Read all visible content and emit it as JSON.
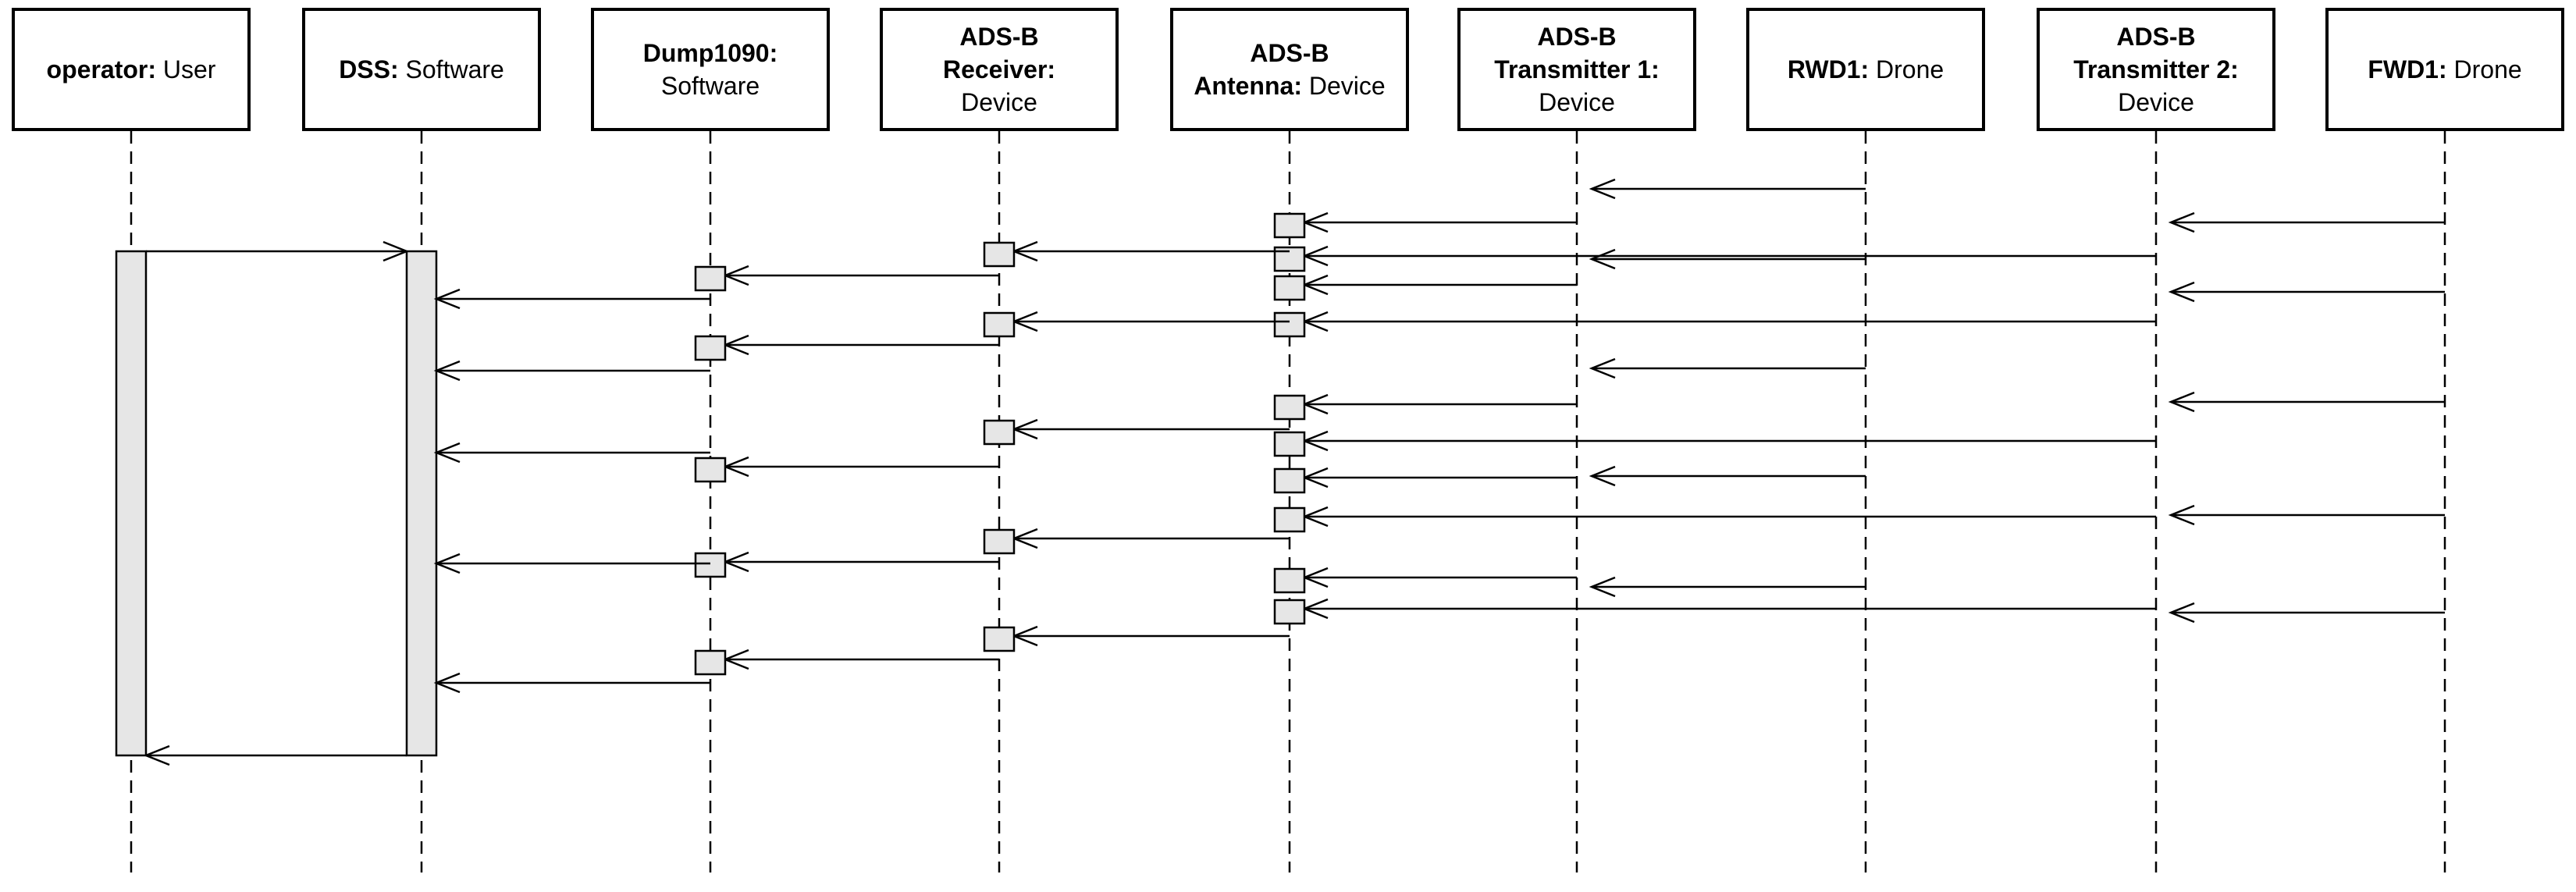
{
  "diagram": {
    "type": "sequence",
    "colors": {
      "line": "#000000",
      "activation_fill": "#e6e6e6",
      "background": "#ffffff"
    },
    "lifelines": [
      {
        "id": "operator",
        "lines": [
          {
            "bold": "operator:",
            "normal": " User"
          }
        ]
      },
      {
        "id": "dss",
        "lines": [
          {
            "bold": "DSS:",
            "normal": " Software"
          }
        ]
      },
      {
        "id": "dump1090",
        "lines": [
          {
            "bold": "Dump1090:",
            "normal": ""
          },
          {
            "bold": "",
            "normal": "Software"
          }
        ]
      },
      {
        "id": "adsb-receiver",
        "lines": [
          {
            "bold": "ADS-B",
            "normal": ""
          },
          {
            "bold": "Receiver:",
            "normal": ""
          },
          {
            "bold": "",
            "normal": "Device"
          }
        ]
      },
      {
        "id": "adsb-antenna",
        "lines": [
          {
            "bold": "ADS-B",
            "normal": ""
          },
          {
            "bold": "Antenna:",
            "normal": " Device"
          }
        ]
      },
      {
        "id": "adsb-transmitter-1",
        "lines": [
          {
            "bold": "ADS-B",
            "normal": ""
          },
          {
            "bold": "Transmitter 1:",
            "normal": ""
          },
          {
            "bold": "",
            "normal": "Device"
          }
        ]
      },
      {
        "id": "rwd1",
        "lines": [
          {
            "bold": "RWD1:",
            "normal": " Drone"
          }
        ]
      },
      {
        "id": "adsb-transmitter-2",
        "lines": [
          {
            "bold": "ADS-B",
            "normal": ""
          },
          {
            "bold": "Transmitter 2:",
            "normal": ""
          },
          {
            "bold": "",
            "normal": "Device"
          }
        ]
      },
      {
        "id": "fwd1",
        "lines": [
          {
            "bold": "FWD1:",
            "normal": " Drone"
          }
        ]
      }
    ],
    "messages": [
      {
        "from": "rwd1",
        "to": "adsb-transmitter-1"
      },
      {
        "from": "adsb-transmitter-1",
        "to": "adsb-antenna"
      },
      {
        "from": "fwd1",
        "to": "adsb-transmitter-2"
      },
      {
        "from": "adsb-transmitter-2",
        "to": "adsb-antenna"
      },
      {
        "from": "operator",
        "to": "dss"
      },
      {
        "from": "adsb-antenna",
        "to": "adsb-receiver"
      },
      {
        "from": "rwd1",
        "to": "adsb-transmitter-1"
      },
      {
        "from": "adsb-transmitter-1",
        "to": "adsb-antenna"
      },
      {
        "from": "adsb-receiver",
        "to": "dump1090"
      },
      {
        "from": "dump1090",
        "to": "dss"
      },
      {
        "from": "fwd1",
        "to": "adsb-transmitter-2"
      },
      {
        "from": "adsb-transmitter-2",
        "to": "adsb-antenna"
      },
      {
        "from": "adsb-antenna",
        "to": "adsb-receiver"
      },
      {
        "from": "adsb-receiver",
        "to": "dump1090"
      },
      {
        "from": "dump1090",
        "to": "dss"
      },
      {
        "from": "rwd1",
        "to": "adsb-transmitter-1"
      },
      {
        "from": "adsb-transmitter-1",
        "to": "adsb-antenna"
      },
      {
        "from": "fwd1",
        "to": "adsb-transmitter-2"
      },
      {
        "from": "adsb-transmitter-2",
        "to": "adsb-antenna"
      },
      {
        "from": "adsb-antenna",
        "to": "adsb-receiver"
      },
      {
        "from": "adsb-receiver",
        "to": "dump1090"
      },
      {
        "from": "dump1090",
        "to": "dss"
      },
      {
        "from": "rwd1",
        "to": "adsb-transmitter-1"
      },
      {
        "from": "adsb-transmitter-1",
        "to": "adsb-antenna"
      },
      {
        "from": "fwd1",
        "to": "adsb-transmitter-2"
      },
      {
        "from": "adsb-transmitter-2",
        "to": "adsb-antenna"
      },
      {
        "from": "adsb-antenna",
        "to": "adsb-receiver"
      },
      {
        "from": "adsb-receiver",
        "to": "dump1090"
      },
      {
        "from": "dump1090",
        "to": "dss"
      },
      {
        "from": "rwd1",
        "to": "adsb-transmitter-1"
      },
      {
        "from": "adsb-transmitter-1",
        "to": "adsb-antenna"
      },
      {
        "from": "fwd1",
        "to": "adsb-transmitter-2"
      },
      {
        "from": "adsb-transmitter-2",
        "to": "adsb-antenna"
      },
      {
        "from": "adsb-antenna",
        "to": "adsb-receiver"
      },
      {
        "from": "adsb-receiver",
        "to": "dump1090"
      },
      {
        "from": "dump1090",
        "to": "dss"
      },
      {
        "from": "dss",
        "to": "operator"
      }
    ]
  }
}
